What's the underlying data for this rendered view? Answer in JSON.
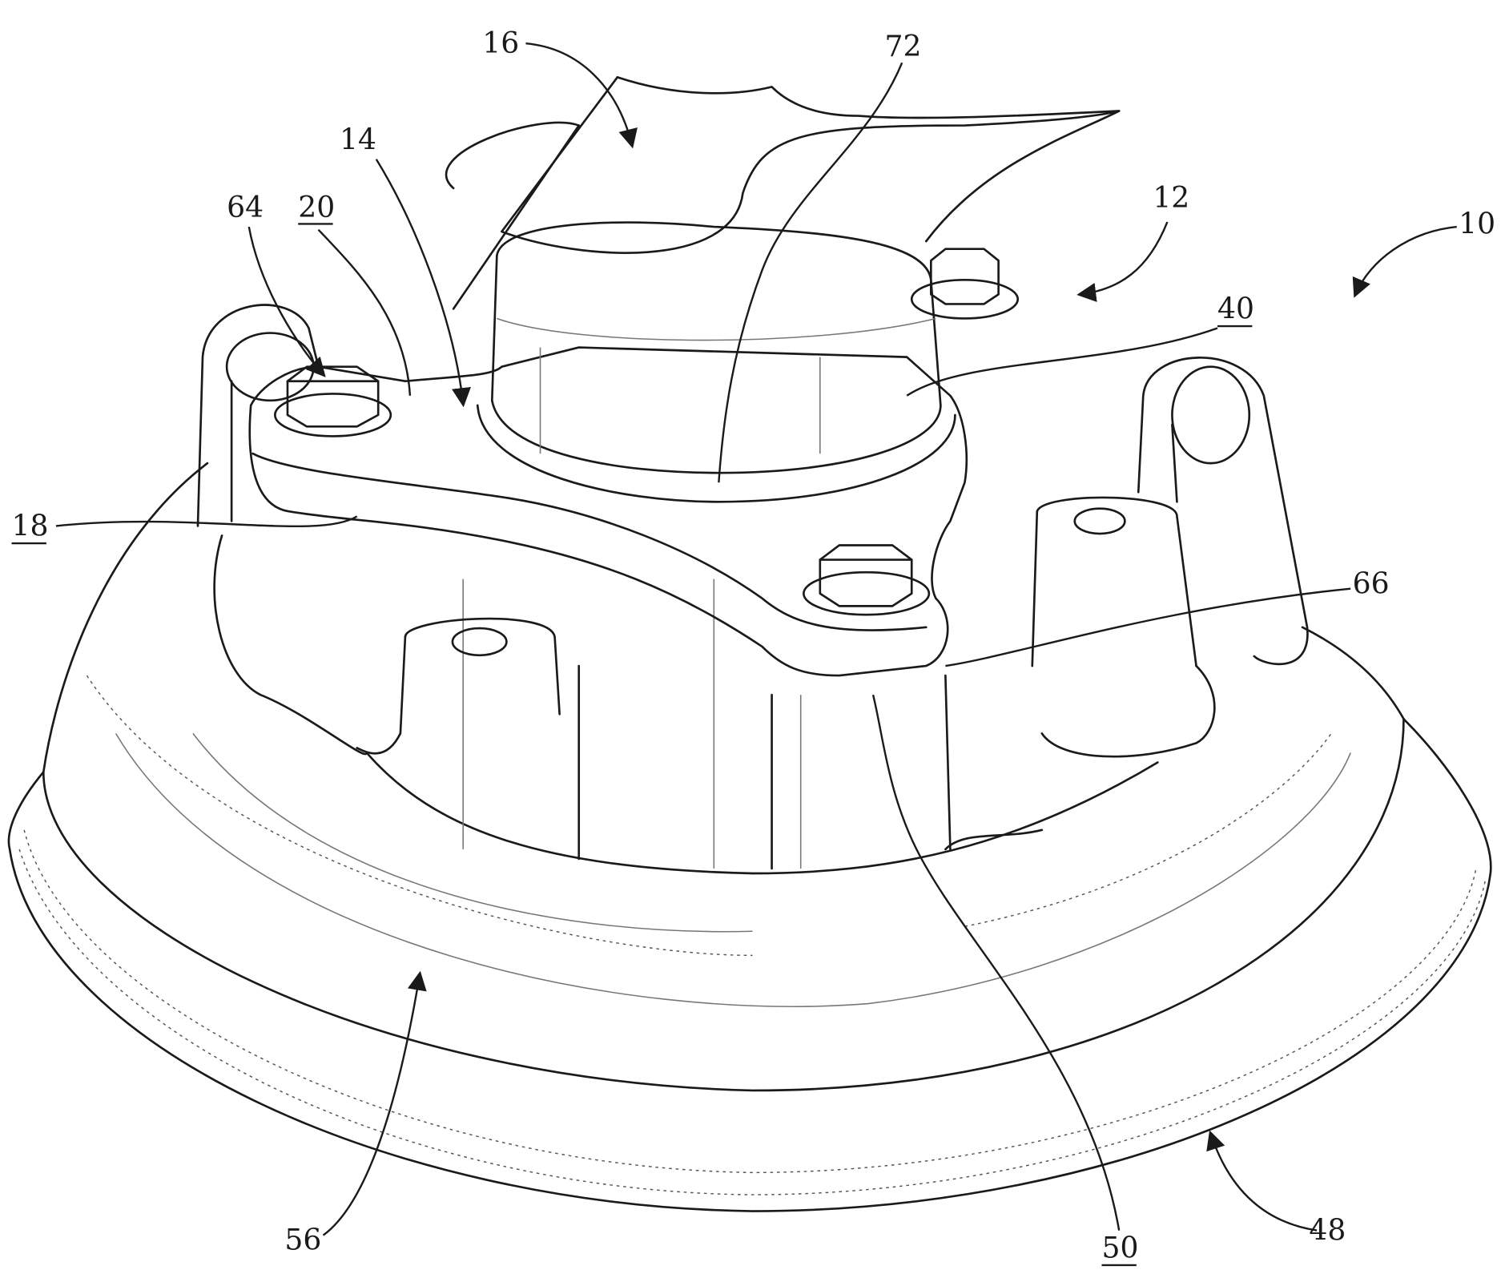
{
  "figure": {
    "labels": {
      "l10": "10",
      "l12": "12",
      "l14": "14",
      "l16": "16",
      "l18": "18",
      "l20": "20",
      "l40": "40",
      "l48": "48",
      "l50": "50",
      "l56": "56",
      "l64": "64",
      "l66": "66",
      "l72": "72"
    }
  }
}
